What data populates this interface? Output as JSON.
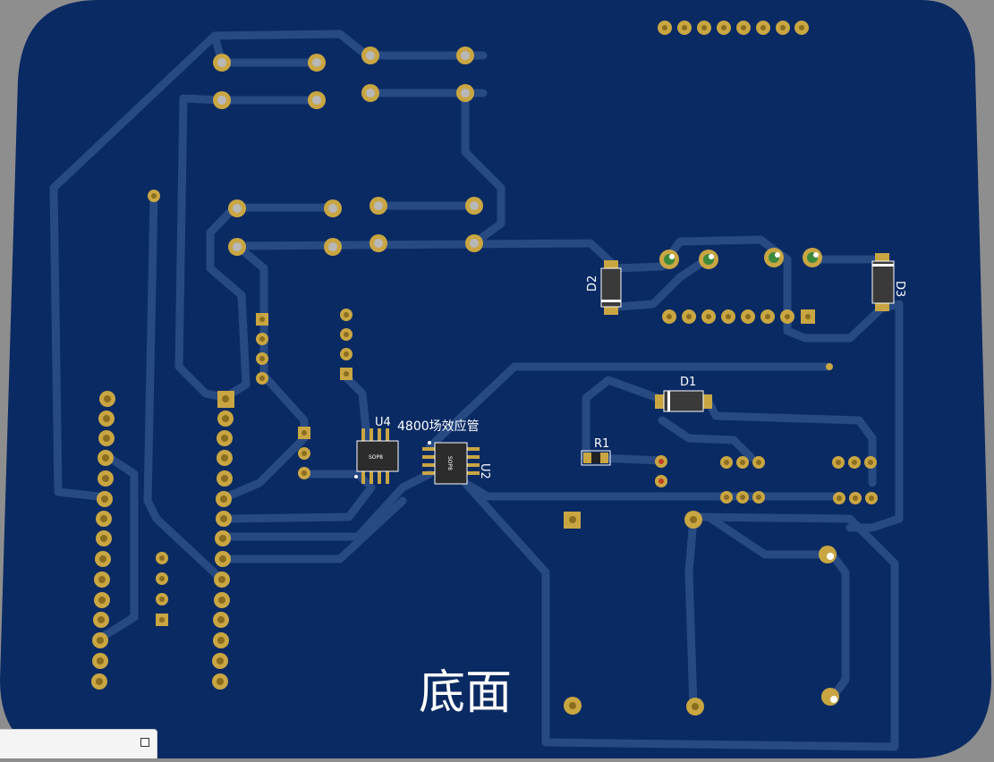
{
  "colors": {
    "board": "#0a2a63",
    "trace": "#274a82",
    "pad": "#c9a642",
    "pad_dark": "#8a6d1f",
    "silk": "#ffffff",
    "body": "#3a3a3a",
    "background": "#8e8e8e"
  },
  "labels": {
    "u4": "U4",
    "u2": "U2",
    "d1": "D1",
    "d2": "D2",
    "d3": "D3",
    "r1": "R1",
    "mosfet_note": "4800场效应管",
    "chip_u4": "SOP8",
    "chip_u2": "SOP8",
    "side": "底面"
  },
  "icons": {
    "checkbox": "square-icon"
  }
}
